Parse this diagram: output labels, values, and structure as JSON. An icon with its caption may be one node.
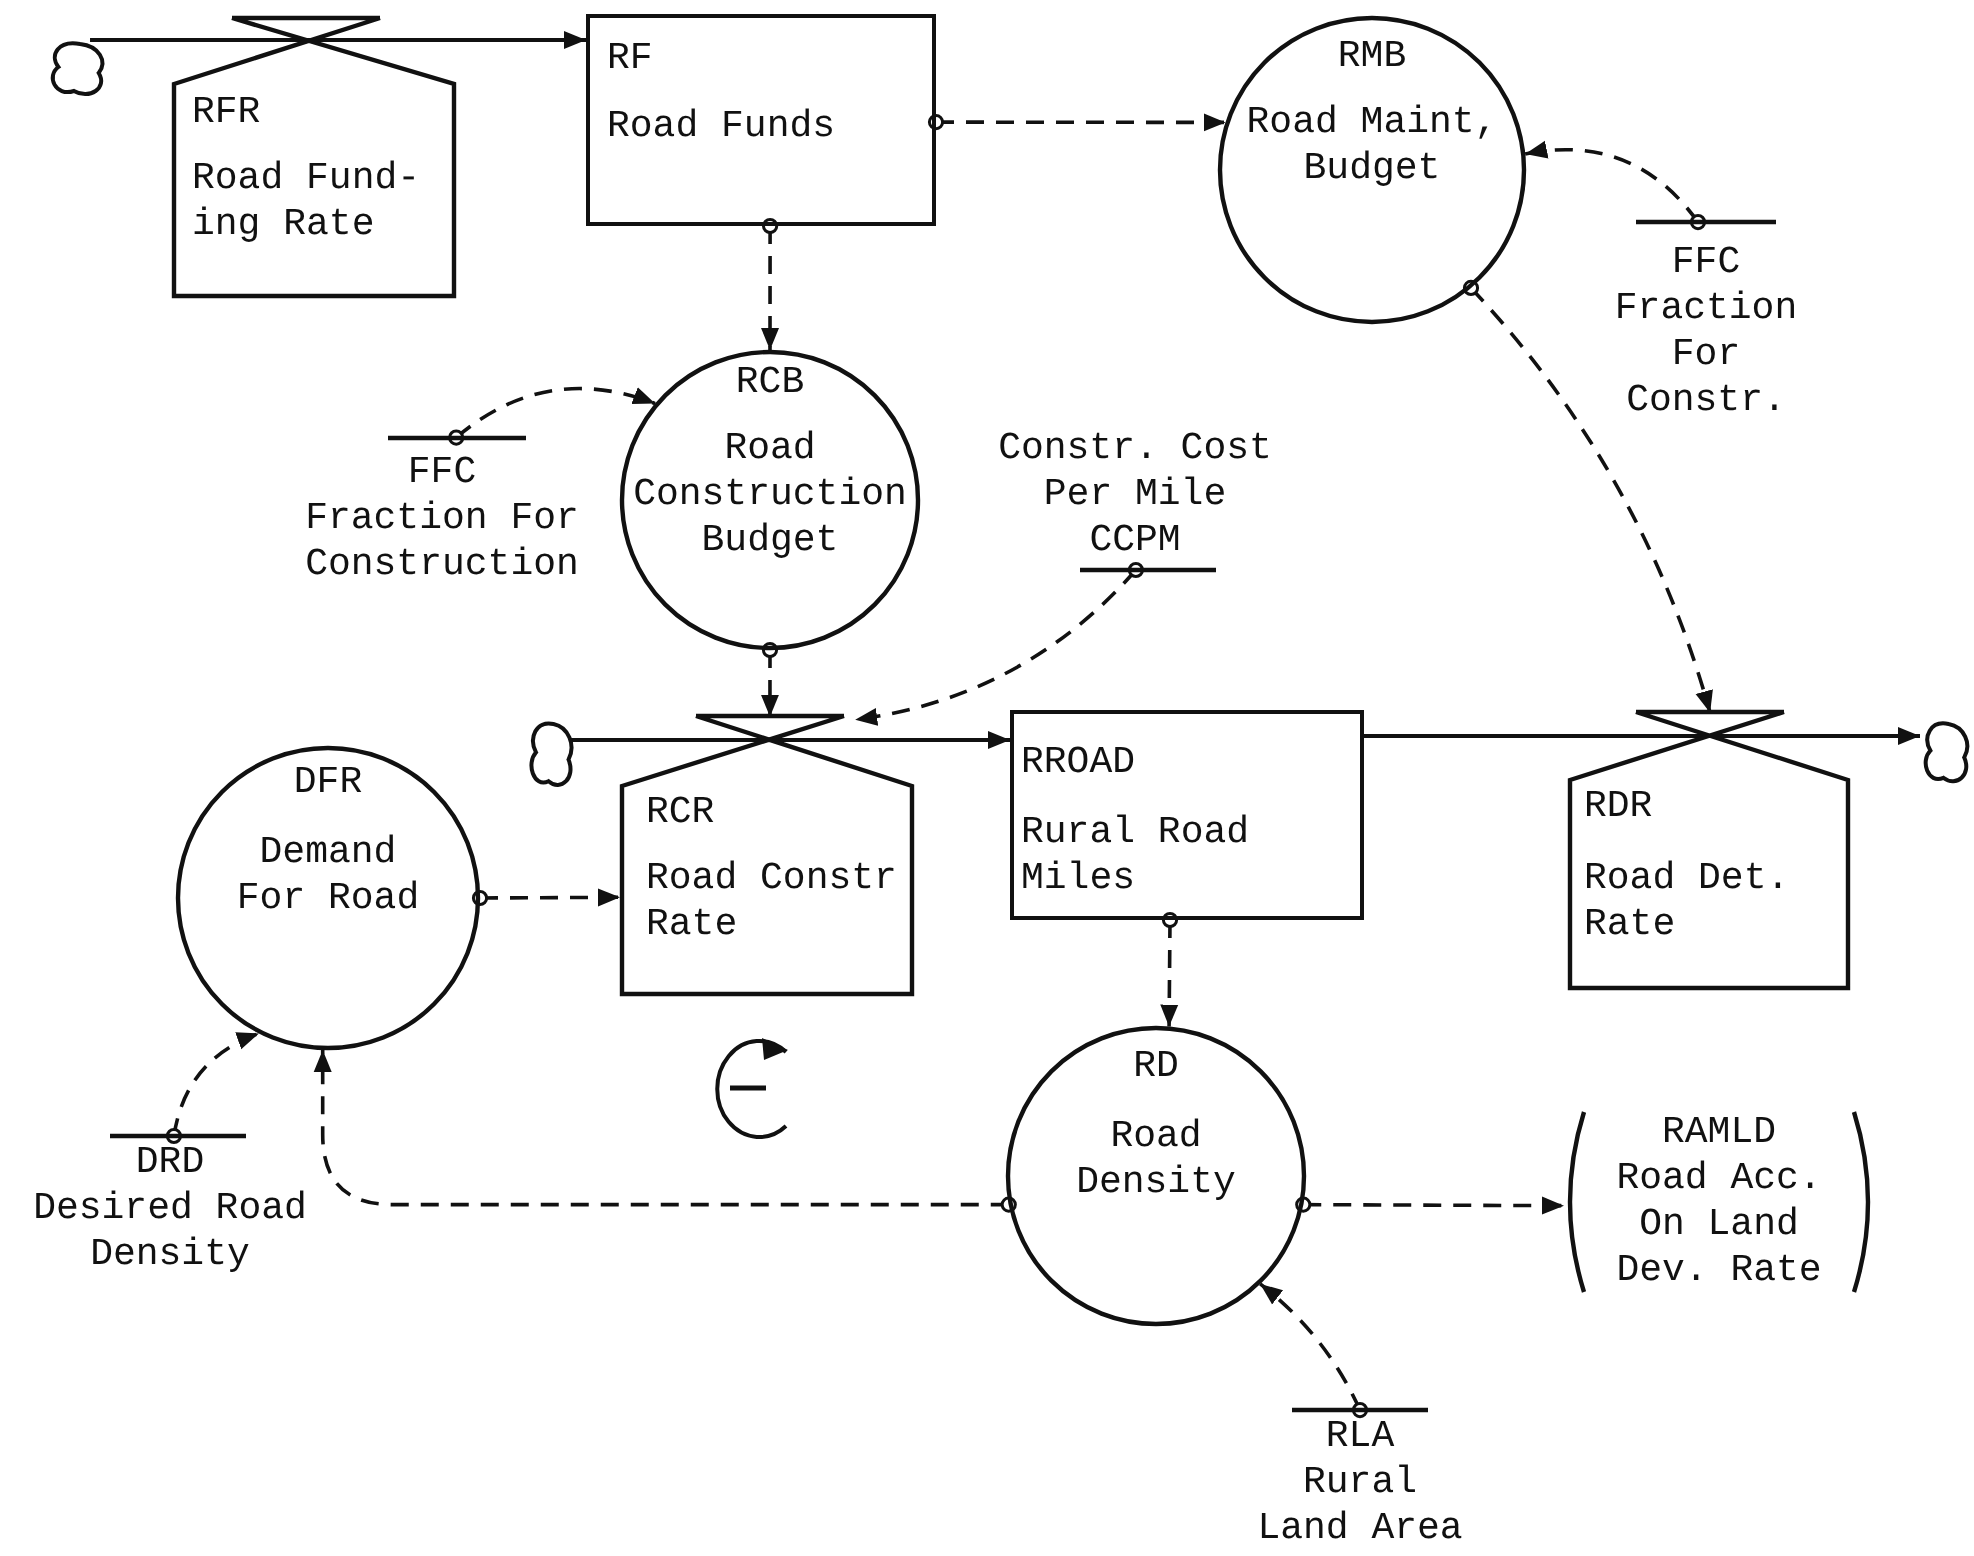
{
  "diagram": {
    "nodes": [
      {
        "text": [],
        "shape": "cloud"
      },
      {
        "text": [
          "RFR",
          "Road Fund- ing Rate"
        ]
      },
      {
        "text": [
          "RF",
          "Road Funds"
        ]
      },
      {
        "text": [
          "RMB",
          "Road Maint, Budget"
        ]
      },
      {
        "text": [
          "FFC",
          "Fraction For Constr."
        ]
      },
      {
        "text": [
          "RCB",
          "Road Construction Budget"
        ]
      },
      {
        "text": [
          "FFC",
          "Fraction For Construction"
        ]
      },
      {
        "text": [
          "Constr. Cost Per Mile",
          "CCPM"
        ]
      },
      {
        "text": [],
        "shape": "cloud"
      },
      {
        "text": [
          "DFR",
          "Demand For Road"
        ]
      },
      {
        "text": [
          "RCR",
          "Road Constr Rate"
        ]
      },
      {
        "text": [
          "RROAD",
          "Rural Road Miles"
        ]
      },
      {
        "text": [
          "RDR",
          "Road Det. Rate"
        ]
      },
      {
        "text": [],
        "shape": "cloud"
      },
      {
        "text": [
          "DRD",
          "Desired Road Density"
        ]
      },
      {
        "text": [
          "RD",
          "Road Density"
        ]
      },
      {
        "text": [
          "RAMLD",
          "Road Acc. On Land Dev. Rate"
        ]
      },
      {
        "text": [
          "RLA",
          "Rural Land Area"
        ]
      }
    ],
    "edges": [
      {
        "from": 0,
        "to": 1,
        "arrow": "none"
      },
      {
        "from": 1,
        "to": 2,
        "arrow": "to"
      },
      {
        "from": 2,
        "to": 3,
        "arrow": "to",
        "style": "dashed"
      },
      {
        "from": 2,
        "to": 5,
        "arrow": "to",
        "style": "dashed"
      },
      {
        "from": 4,
        "to": 3,
        "arrow": "to",
        "style": "dashed"
      },
      {
        "from": 3,
        "to": 12,
        "arrow": "to",
        "style": "dashed"
      },
      {
        "from": 6,
        "to": 5,
        "arrow": "to",
        "style": "dashed"
      },
      {
        "from": 5,
        "to": 10,
        "arrow": "to",
        "style": "dashed"
      },
      {
        "from": 7,
        "to": 10,
        "arrow": "to",
        "style": "dashed"
      },
      {
        "from": 8,
        "to": 10,
        "arrow": "none"
      },
      {
        "from": 10,
        "to": 11,
        "arrow": "to"
      },
      {
        "from": 9,
        "to": 10,
        "arrow": "to",
        "style": "dashed"
      },
      {
        "from": 11,
        "to": 12,
        "arrow": "none"
      },
      {
        "from": 12,
        "to": 13,
        "arrow": "to"
      },
      {
        "from": 11,
        "to": 15,
        "arrow": "to",
        "style": "dashed"
      },
      {
        "from": 14,
        "to": 9,
        "arrow": "to",
        "style": "dashed"
      },
      {
        "from": 15,
        "to": 9,
        "arrow": "to",
        "style": "dashed"
      },
      {
        "from": 15,
        "to": 16,
        "arrow": "to",
        "style": "dashed"
      },
      {
        "from": 17,
        "to": 15,
        "arrow": "to",
        "style": "dashed"
      }
    ]
  }
}
